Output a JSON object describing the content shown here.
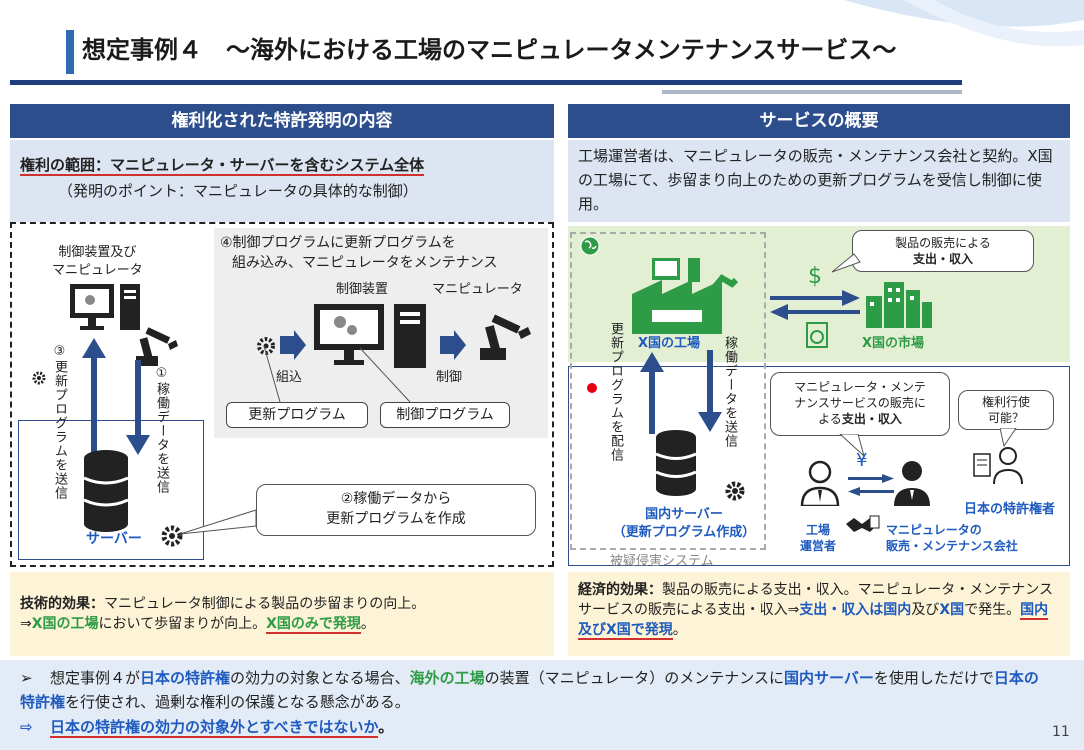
{
  "title": "想定事例４　～海外における工場のマニピュレータメンテナンスサービス～",
  "left": {
    "header": "権利化された特許発明の内容",
    "scope_line": "権利の範囲：マニピュレータ・サーバーを含むシステム全体",
    "point_line": "（発明のポイント：マニピュレータの具体的な制御）",
    "label_controller_manip": "制御装置及び\nマニピュレータ",
    "step4_line1": "④制御プログラムに更新プログラムを",
    "step4_line2": "組み込み、マニピュレータをメンテナンス",
    "label_controller": "制御装置",
    "label_manip": "マニピュレータ",
    "label_incorporate": "組込",
    "label_control": "制御",
    "pill_update": "更新プログラム",
    "pill_control": "制御プログラム",
    "step3": "③更新プログラムを送信",
    "step1": "①稼働データを送信",
    "step2_line1": "②稼働データから",
    "step2_line2": "更新プログラムを作成",
    "server_label": "サーバー",
    "effect_label": "技術的効果：",
    "effect_text1": "マニピュレータ制御による製品の歩留まりの向上。",
    "effect_arrow": "⇒",
    "effect_x_factory": "X国の工場",
    "effect_text2": "において歩留まりが向上。",
    "effect_x_only": "X国のみで発現",
    "effect_end": "。"
  },
  "right": {
    "header": "サービスの概要",
    "overview": "工場運営者は、マニピュレータの販売・メンテナンス会社と契約。X国の工場にて、歩留まり向上のための更新プログラムを受信し制御に使用。",
    "callout_sales_line1": "製品の販売による",
    "callout_sales_line2": "支出・収入",
    "x_factory": "X国の工場",
    "x_market": "X国の市場",
    "dollar": "$",
    "vtext_update": "更新プログラムを配信",
    "vtext_data": "稼働データを送信",
    "callout_maint_line1": "マニピュレータ・メンテ",
    "callout_maint_line2": "ナンスサービスの販売に",
    "callout_maint_line3a": "よる",
    "callout_maint_line3b": "支出・収入",
    "callout_right_line1": "権利行使",
    "callout_right_line2": "可能？",
    "yen": "¥",
    "patentee": "日本の特許権者",
    "domestic_server_line1": "国内サーバー",
    "domestic_server_line2": "（更新プログラム作成）",
    "suspected_system": "被疑侵害システム",
    "operator_line1": "工場",
    "operator_line2": "運営者",
    "company_line1": "マニピュレータの",
    "company_line2": "販売・メンテナンス会社",
    "effect_label": "経済的効果：",
    "effect_text1": "製品の販売による支出・収入。マニピュレータ・メンテナンスサービスの販売による支出・収入⇒",
    "effect_hl1": "支出・収入は国内",
    "effect_and": "及び",
    "effect_x": "X国",
    "effect_text2": "で発生。",
    "effect_hl2": "国内及びX国で発現",
    "effect_end": "。"
  },
  "bottom": {
    "bullet1_marker": "➢",
    "b1_part1": "想定事例４が",
    "b1_jp_patent": "日本の特許権",
    "b1_part2": "の効力の対象となる場合、",
    "b1_overseas": "海外の工場",
    "b1_part3": "の装置（マニピュレータ）のメンテナンスに",
    "b1_domestic": "国内サーバー",
    "b1_part4": "を使用しただけで",
    "b1_jp_patent2": "日本の特許権",
    "b1_part5": "を行使され、過剰な権利の保護となる懸念がある。",
    "bullet2_marker": "⇨",
    "b2_text": "日本の特許権の効力の対象外とすべきではないか",
    "b2_end": "。"
  },
  "page_number": "11",
  "colors": {
    "header_navy": "#2d4e8c",
    "accent_blue": "#1f5bbf",
    "accent_green": "#2e9b46",
    "underline_red": "#d0312d",
    "effect_bg": "#fdf3d6",
    "green_bg": "#e3efd3",
    "bottom_bg": "#e3ebf6"
  }
}
